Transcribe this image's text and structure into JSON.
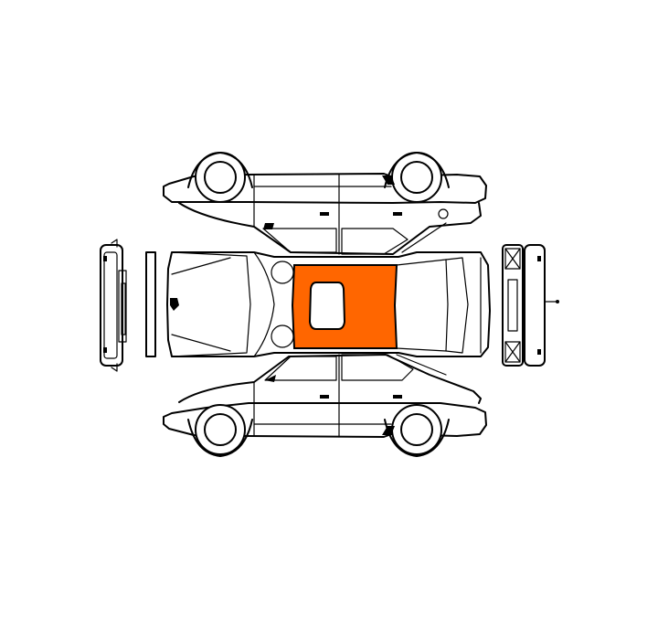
{
  "diagram": {
    "views": [
      "side-upper-view",
      "top-view",
      "side-lower-view",
      "front-end-view",
      "rear-end-view"
    ],
    "highlighted_part": "roof",
    "colors": {
      "highlight": "#ff6600",
      "outline": "#000000",
      "background": "#ffffff"
    }
  }
}
